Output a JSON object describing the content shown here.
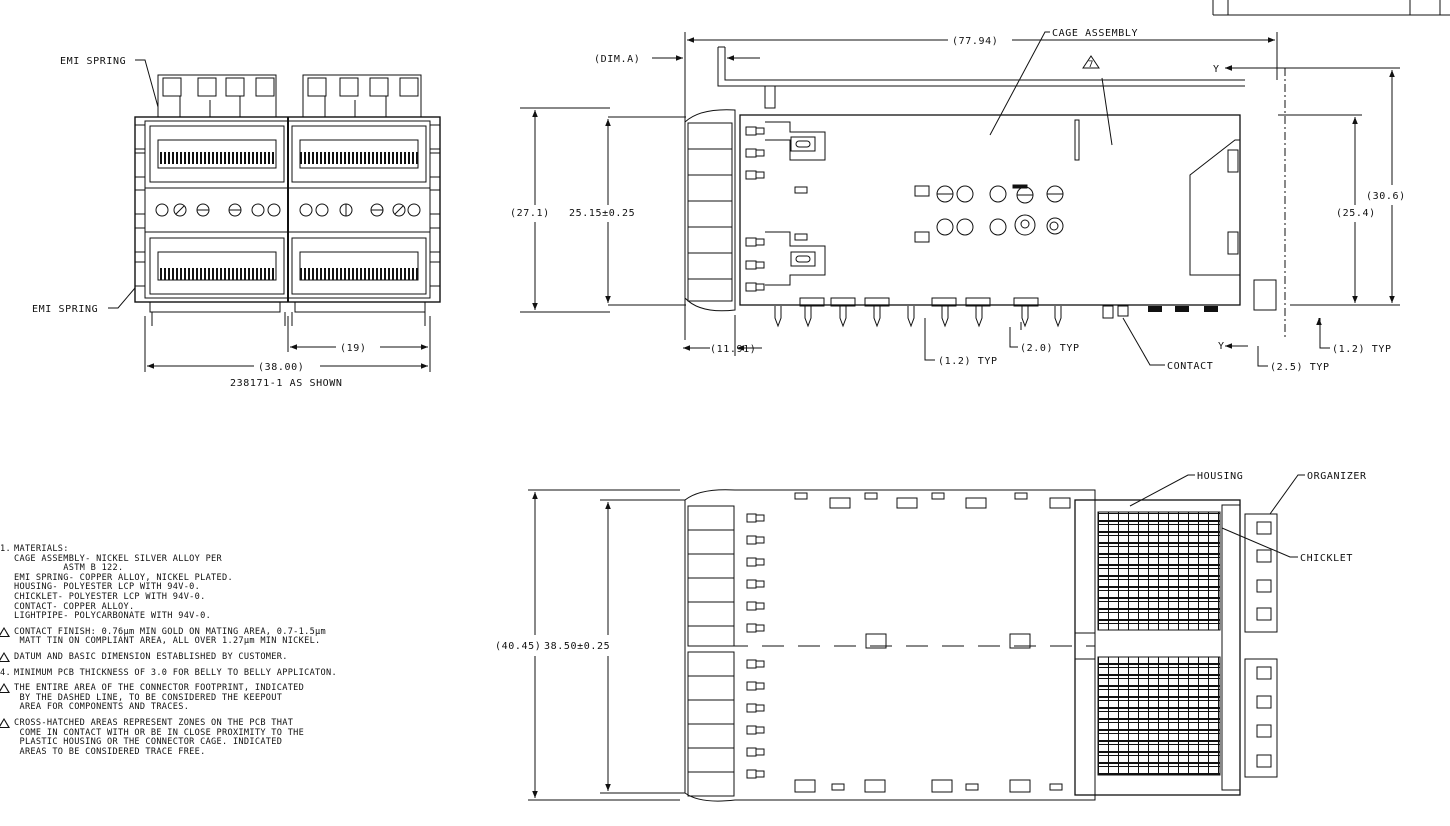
{
  "labels": {
    "emi_spring_top": "EMI SPRING",
    "emi_spring_bottom": "EMI SPRING",
    "dim_19": "(19)",
    "dim_38": "(38.00)",
    "part_shown": "238171-1 AS SHOWN",
    "dim_a": "(DIM.A)",
    "dim_77_94": "(77.94)",
    "cage_assembly": "CAGE ASSEMBLY",
    "triangle_7": "7",
    "y_top": "Y",
    "y_bottom": "Y",
    "dim_27_1": "(27.1)",
    "dim_25_15": "25.15±0.25",
    "dim_30_6": "(30.6)",
    "dim_25_4": "(25.4)",
    "dim_11_91": "(11.91)",
    "dim_1_2_typ_a": "(1.2) TYP",
    "dim_2_0_typ": "(2.0) TYP",
    "contact": "CONTACT",
    "dim_2_5_typ": "(2.5) TYP",
    "dim_1_2_typ_b": "(1.2) TYP",
    "housing": "HOUSING",
    "organizer": "ORGANIZER",
    "chicklet": "CHICKLET",
    "dim_40_45": "(40.45)",
    "dim_38_50": "38.50±0.25"
  },
  "notes": [
    {
      "num": "1.",
      "marker": "number",
      "lines": [
        "MATERIALS:",
        "CAGE ASSEMBLY- NICKEL SILVER ALLOY PER",
        "         ASTM B 122.",
        "EMI SPRING- COPPER ALLOY, NICKEL PLATED.",
        "HOUSING- POLYESTER LCP WITH 94V-0.",
        "CHICKLET- POLYESTER LCP WITH 94V-0.",
        "CONTACT- COPPER ALLOY.",
        "LIGHTPIPE- POLYCARBONATE WITH 94V-0."
      ]
    },
    {
      "num": "",
      "marker": "triangle",
      "lines": [
        "CONTACT FINISH: 0.76µm MIN GOLD ON MATING AREA, 0.7-1.5µm",
        " MATT TIN ON COMPLIANT AREA, ALL OVER 1.27µm MIN NICKEL."
      ]
    },
    {
      "num": "",
      "marker": "triangle",
      "lines": [
        "DATUM AND BASIC DIMENSION ESTABLISHED BY CUSTOMER."
      ]
    },
    {
      "num": "4.",
      "marker": "number",
      "lines": [
        "MINIMUM PCB THICKNESS OF 3.0 FOR BELLY TO BELLY APPLICATON."
      ]
    },
    {
      "num": "",
      "marker": "triangle",
      "lines": [
        "THE ENTIRE AREA OF THE CONNECTOR FOOTPRINT, INDICATED",
        " BY THE DASHED LINE, TO BE CONSIDERED THE KEEPOUT",
        " AREA FOR COMPONENTS AND TRACES."
      ]
    },
    {
      "num": "",
      "marker": "triangle",
      "lines": [
        "CROSS-HATCHED AREAS REPRESENT ZONES ON THE PCB THAT",
        " COME IN CONTACT WITH OR BE IN CLOSE PROXIMITY TO THE",
        " PLASTIC HOUSING OR THE CONNECTOR CAGE. INDICATED",
        " AREAS TO BE CONSIDERED TRACE FREE."
      ]
    }
  ]
}
